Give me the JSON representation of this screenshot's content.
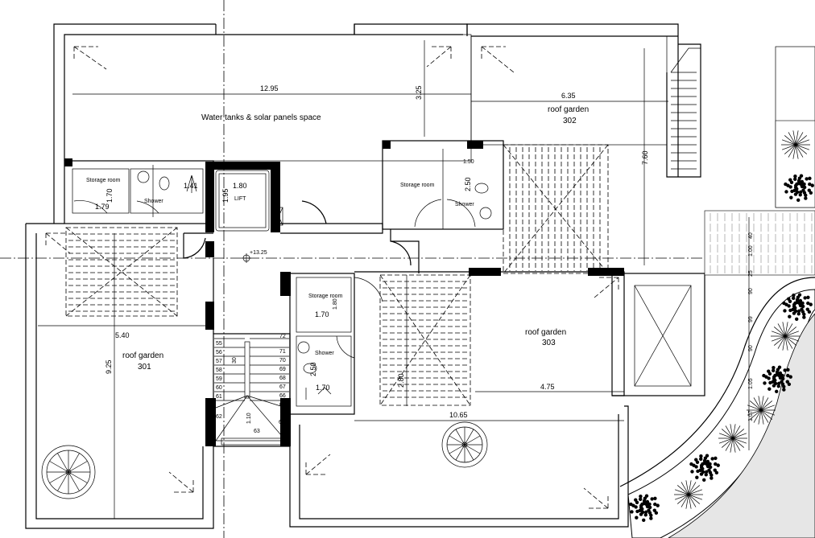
{
  "labels": {
    "water_tanks": "Water tanks & solar panels space",
    "lift": "LIFT",
    "level": "+13.25",
    "storage_room": "Storage room",
    "shower": "Shower",
    "roof_garden": "roof garden",
    "garden_301": "301",
    "garden_302": "302",
    "garden_303": "303"
  },
  "dimensions": {
    "top_width": "12.95",
    "top_depth": "3.25",
    "garden302_width": "6.35",
    "garden302_depth": "7.60",
    "storage1_h": "1.70",
    "storage1_w": "1.79",
    "wc1": "1.41",
    "lift_w": "1.80",
    "lift_h": "1.95",
    "storage2_h": "2.50",
    "wc2": "1.50",
    "storage3_h": "1.80",
    "storage3_w": "1.70",
    "shower3_h": "2.50",
    "shower3_w": "1.70",
    "garden301_w": "5.40",
    "garden301_h": "9.25",
    "garden303_w": "4.75",
    "garden303_total": "10.65",
    "garden303_h": "2.80",
    "stair_landing": "1.10",
    "stair_tread": "30",
    "right_chain": [
      "40",
      "1.00",
      "25",
      "90",
      "99",
      "90",
      "1.05",
      "1.07"
    ]
  },
  "stairs": {
    "left": [
      "55",
      "56",
      "57",
      "58",
      "59",
      "60",
      "61"
    ],
    "right": [
      "71",
      "70",
      "69",
      "68",
      "67",
      "66",
      "65"
    ],
    "top": "72",
    "landing": [
      "62",
      "63",
      "64"
    ]
  },
  "colors": {
    "line": "#000000",
    "paving": "#e6e6e6"
  }
}
